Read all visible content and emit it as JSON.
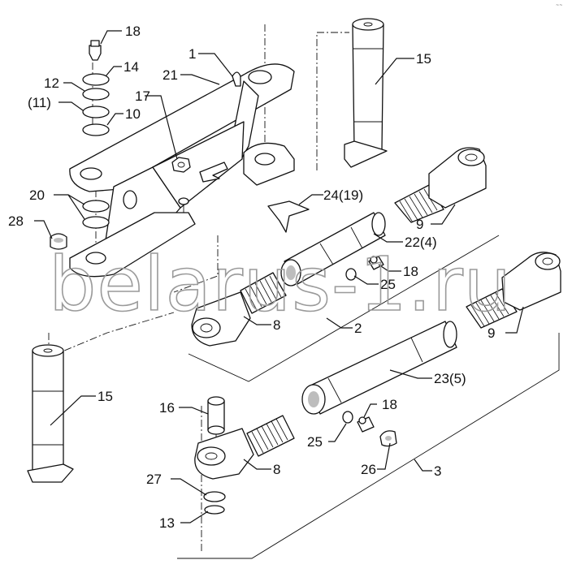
{
  "watermark": "belarus-1.ru",
  "corner_mark": "~~",
  "callouts": {
    "c1": "1",
    "c2": "2",
    "c3": "3",
    "c8a": "8",
    "c8b": "8",
    "c9a": "9",
    "c9b": "9",
    "c10": "10",
    "c11": "(11)",
    "c12": "12",
    "c13": "13",
    "c14": "14",
    "c15a": "15",
    "c15b": "15",
    "c16": "16",
    "c17": "17",
    "c18a": "18",
    "c18b": "18",
    "c18c": "18",
    "c20": "20",
    "c21": "21",
    "c22": "22(4)",
    "c23": "23(5)",
    "c24": "24(19)",
    "c25a": "25",
    "c25b": "25",
    "c26": "26",
    "c27": "27",
    "c28": "28"
  }
}
